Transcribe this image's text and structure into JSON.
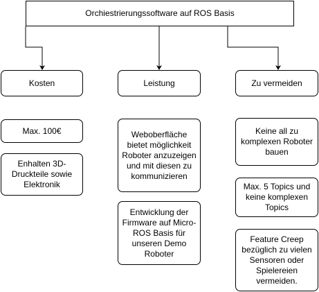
{
  "title": "Orchiestrierungssoftware auf ROS Basis",
  "columns": [
    {
      "heading": "Kosten",
      "items": [
        "Max. 100€",
        "Enhalten 3D-Druckteile sowie Elektronik"
      ]
    },
    {
      "heading": "Leistung",
      "items": [
        "Weboberfläche bietet möglichkeit Roboter anzuzeigen und mit diesen zu kommunizieren",
        "Entwicklung der Firmware auf Micro-ROS Basis für unseren Demo Roboter"
      ]
    },
    {
      "heading": "Zu vermeiden",
      "items": [
        "Keine all zu komplexen Roboter bauen",
        "Max. 5 Topics und keine komplexen Topics",
        "Feature Creep bezüglich zu vielen Sensoren oder Spielereien vermeiden."
      ]
    }
  ]
}
